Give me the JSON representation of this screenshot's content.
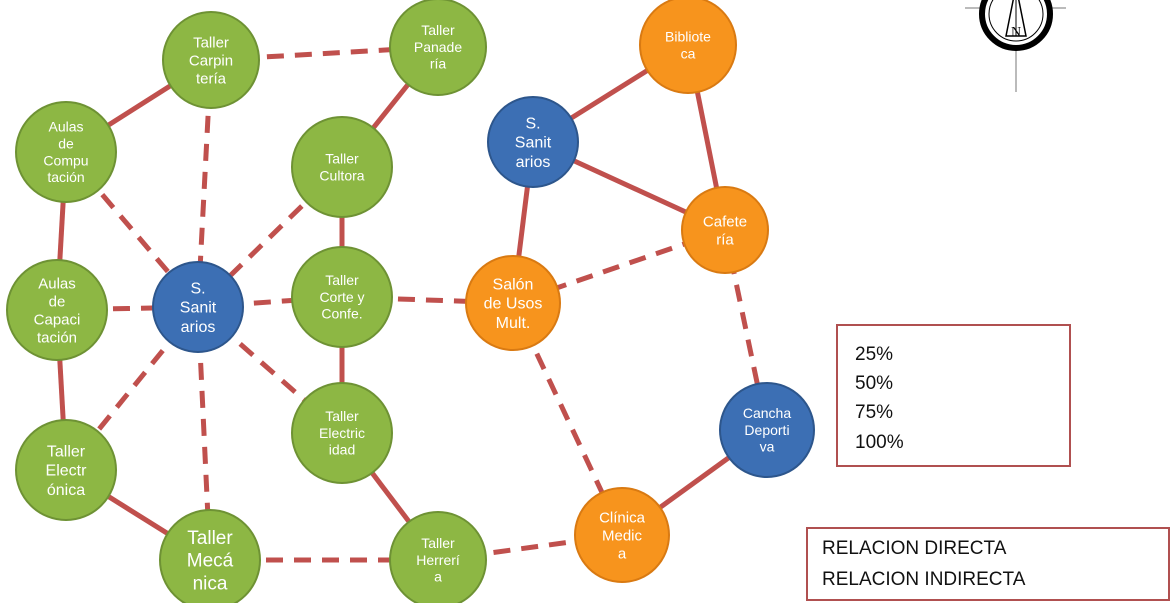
{
  "colors": {
    "green": "#8db744",
    "green_stroke": "#6e9234",
    "orange": "#f7941d",
    "orange_stroke": "#d97a12",
    "blue": "#3c6fb4",
    "blue_stroke": "#2d568c",
    "relation": "#c0504d"
  },
  "nodes": [
    {
      "id": "taller-carpinteria",
      "lines": [
        "Taller",
        "Carpin",
        "tería"
      ],
      "kind": "green"
    },
    {
      "id": "taller-panaderia",
      "lines": [
        "Taller",
        "Panade",
        "ría"
      ],
      "kind": "green"
    },
    {
      "id": "aulas-computacion",
      "lines": [
        "Aulas",
        "de",
        "Compu",
        "tación"
      ],
      "kind": "green"
    },
    {
      "id": "taller-cultora",
      "lines": [
        "Taller",
        "Cultora"
      ],
      "kind": "green"
    },
    {
      "id": "aulas-capacitacion",
      "lines": [
        "Aulas",
        "de",
        "Capaci",
        "tación"
      ],
      "kind": "green"
    },
    {
      "id": "ss-left",
      "lines": [
        "S.",
        "Sanit",
        "arios"
      ],
      "kind": "blue"
    },
    {
      "id": "taller-corte",
      "lines": [
        "Taller",
        "Corte y",
        "Confe."
      ],
      "kind": "green"
    },
    {
      "id": "taller-electricidad",
      "lines": [
        "Taller",
        "Electric",
        "idad"
      ],
      "kind": "green"
    },
    {
      "id": "taller-electronica",
      "lines": [
        "Taller",
        "Electr",
        "ónica"
      ],
      "kind": "green"
    },
    {
      "id": "taller-mecanica",
      "lines": [
        "Taller",
        "Mecá",
        "nica"
      ],
      "kind": "green"
    },
    {
      "id": "taller-herreria",
      "lines": [
        "Taller",
        "Herrerí",
        "a"
      ],
      "kind": "green"
    },
    {
      "id": "biblioteca",
      "lines": [
        "Bibliote",
        "ca"
      ],
      "kind": "orange"
    },
    {
      "id": "ss-right",
      "lines": [
        "S.",
        "Sanit",
        "arios"
      ],
      "kind": "blue"
    },
    {
      "id": "cafeteria",
      "lines": [
        "Cafete",
        "ría"
      ],
      "kind": "orange"
    },
    {
      "id": "salon-usos",
      "lines": [
        "Salón",
        "de Usos",
        "Mult."
      ],
      "kind": "orange"
    },
    {
      "id": "cancha",
      "lines": [
        "Cancha",
        "Deporti",
        "va"
      ],
      "kind": "blue"
    },
    {
      "id": "clinica",
      "lines": [
        "Clínica",
        "Medic",
        "a"
      ],
      "kind": "orange"
    }
  ],
  "edges": [
    {
      "from": "taller-carpinteria",
      "to": "taller-panaderia",
      "type": "indirect"
    },
    {
      "from": "taller-carpinteria",
      "to": "aulas-computacion",
      "type": "direct"
    },
    {
      "from": "taller-carpinteria",
      "to": "ss-left",
      "type": "indirect"
    },
    {
      "from": "taller-panaderia",
      "to": "taller-cultora",
      "type": "direct"
    },
    {
      "from": "aulas-computacion",
      "to": "aulas-capacitacion",
      "type": "direct"
    },
    {
      "from": "aulas-computacion",
      "to": "ss-left",
      "type": "indirect"
    },
    {
      "from": "taller-cultora",
      "to": "ss-left",
      "type": "indirect"
    },
    {
      "from": "taller-cultora",
      "to": "taller-corte",
      "type": "direct"
    },
    {
      "from": "aulas-capacitacion",
      "to": "ss-left",
      "type": "indirect"
    },
    {
      "from": "aulas-capacitacion",
      "to": "taller-electronica",
      "type": "direct"
    },
    {
      "from": "ss-left",
      "to": "taller-corte",
      "type": "indirect"
    },
    {
      "from": "ss-left",
      "to": "taller-electricidad",
      "type": "indirect"
    },
    {
      "from": "ss-left",
      "to": "taller-electronica",
      "type": "indirect"
    },
    {
      "from": "ss-left",
      "to": "taller-mecanica",
      "type": "indirect"
    },
    {
      "from": "taller-corte",
      "to": "taller-electricidad",
      "type": "direct"
    },
    {
      "from": "taller-corte",
      "to": "salon-usos",
      "type": "indirect"
    },
    {
      "from": "taller-electricidad",
      "to": "taller-herreria",
      "type": "direct"
    },
    {
      "from": "taller-electronica",
      "to": "taller-mecanica",
      "type": "direct"
    },
    {
      "from": "taller-mecanica",
      "to": "taller-herreria",
      "type": "indirect"
    },
    {
      "from": "taller-herreria",
      "to": "clinica",
      "type": "indirect"
    },
    {
      "from": "biblioteca",
      "to": "ss-right",
      "type": "direct"
    },
    {
      "from": "biblioteca",
      "to": "cafeteria",
      "type": "direct"
    },
    {
      "from": "ss-right",
      "to": "cafeteria",
      "type": "direct"
    },
    {
      "from": "ss-right",
      "to": "salon-usos",
      "type": "direct"
    },
    {
      "from": "cafeteria",
      "to": "salon-usos",
      "type": "indirect"
    },
    {
      "from": "cafeteria",
      "to": "cancha",
      "type": "indirect"
    },
    {
      "from": "salon-usos",
      "to": "clinica",
      "type": "indirect"
    },
    {
      "from": "clinica",
      "to": "cancha",
      "type": "direct"
    }
  ],
  "intensity_legend": {
    "items": [
      {
        "label": "25%",
        "weight": 1
      },
      {
        "label": "50%",
        "weight": 2
      },
      {
        "label": "75%",
        "weight": 3
      },
      {
        "label": "100%",
        "weight": 4
      }
    ]
  },
  "relation_legend": {
    "direct_label": "RELACION DIRECTA",
    "indirect_label": "RELACION INDIRECTA"
  },
  "compass": {
    "letter": "N"
  }
}
